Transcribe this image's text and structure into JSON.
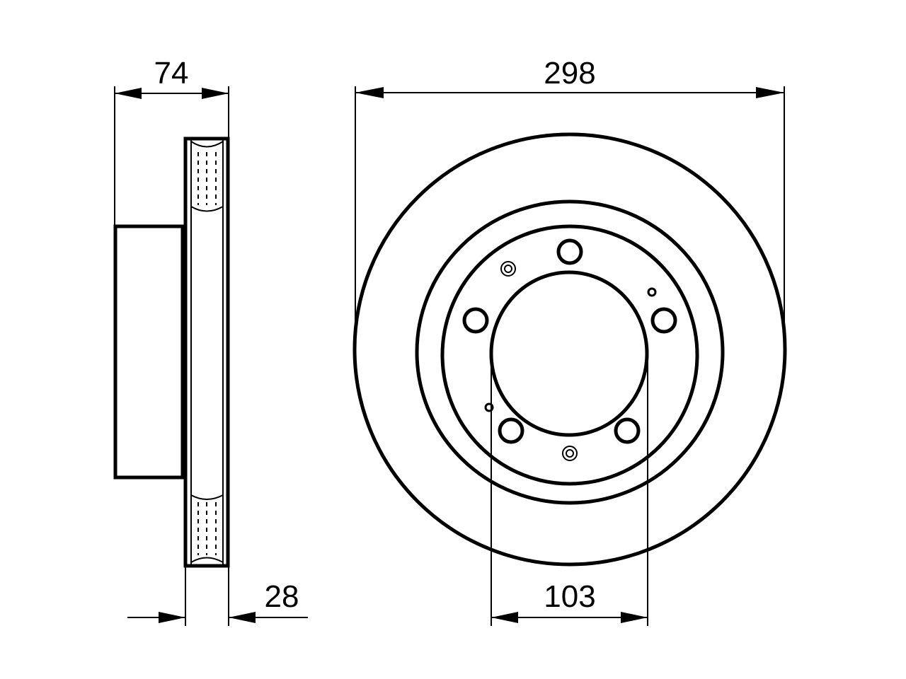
{
  "drawing": {
    "dimensions": {
      "hub_height": "74",
      "outer_diameter": "298",
      "thickness": "28",
      "center_bore": "103"
    },
    "stroke_color": "#000000",
    "background_color": "#ffffff"
  }
}
